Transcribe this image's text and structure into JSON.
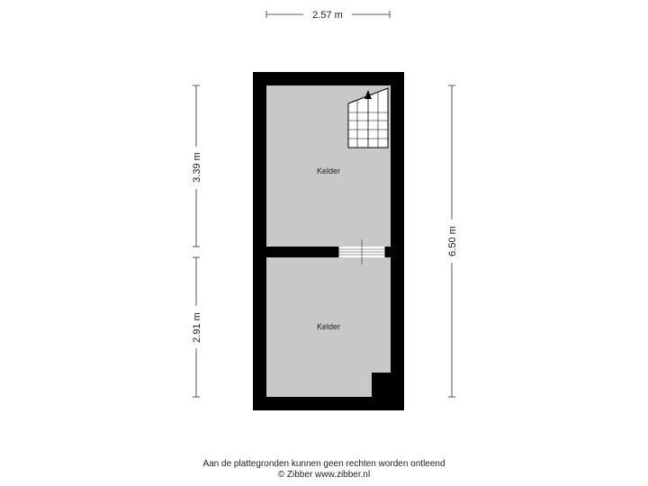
{
  "dimensions": {
    "top_width": "2.57 m",
    "left_upper": "3.39 m",
    "left_lower": "2.91 m",
    "right_total": "6.50 m"
  },
  "rooms": [
    {
      "label": "Kelder"
    },
    {
      "label": "Kelder"
    }
  ],
  "footer": {
    "disclaimer": "Aan de plattegronden kunnen geen rechten worden ontleend",
    "copyright": "© Zibber www.zibber.nl"
  },
  "colors": {
    "wall": "#000000",
    "floor": "#c8c8c8",
    "dimension_line": "#333333"
  }
}
